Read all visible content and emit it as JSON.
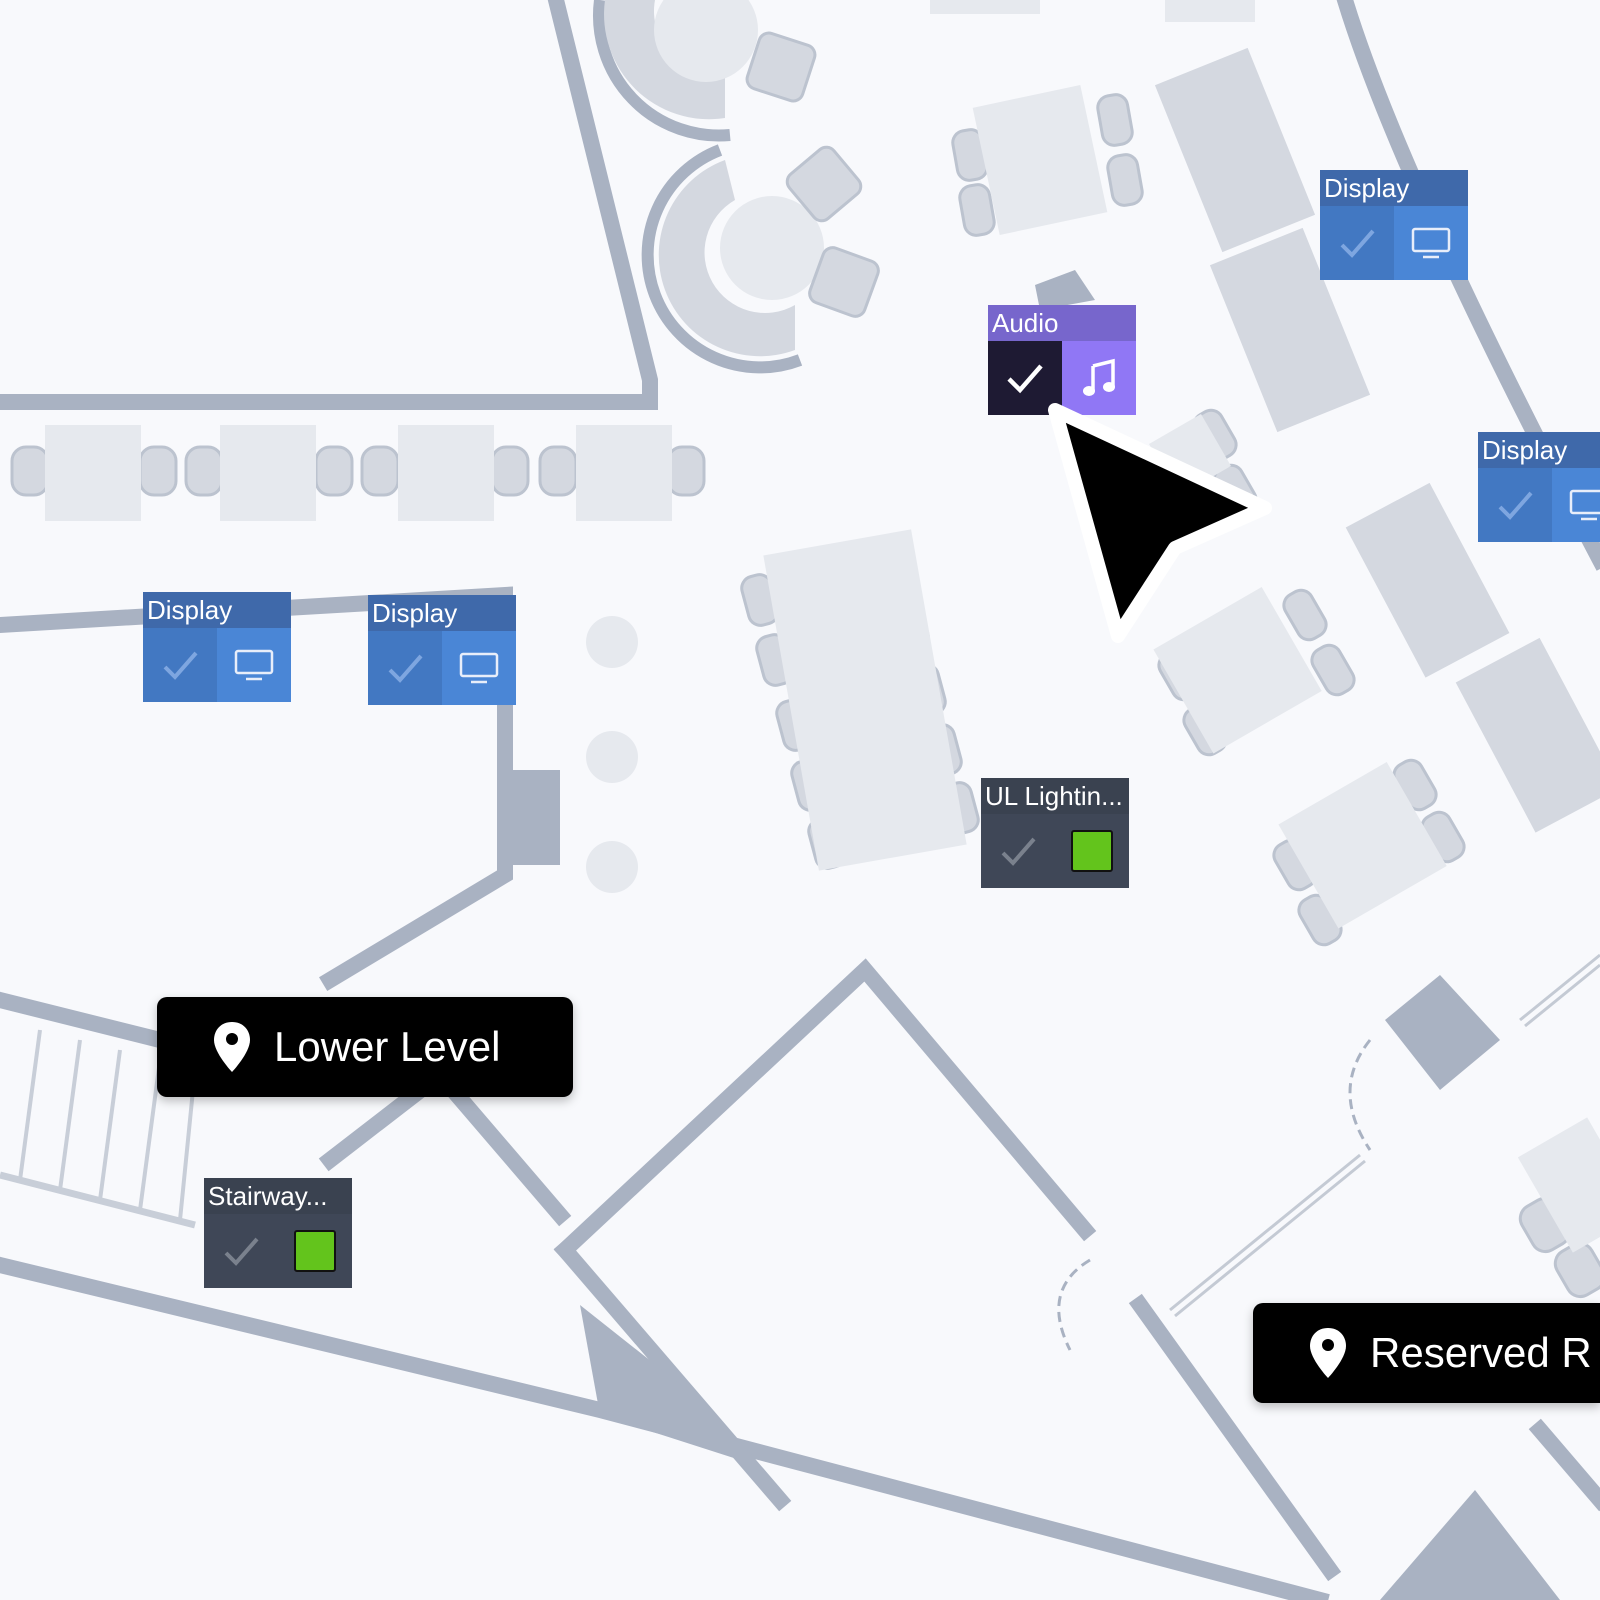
{
  "colors": {
    "wall": "#a9b2c2",
    "furniture": "#e6e9ee",
    "furniture_shadow": "#d4d8e0",
    "floor": "#f8f9fc",
    "display_accent": "#4a86d6",
    "audio_accent": "#9077f5",
    "light_green": "#63c41c"
  },
  "devices": {
    "display_1": {
      "label": "Display",
      "icon": "monitor-icon",
      "status_icon": "checkmark-icon"
    },
    "display_2": {
      "label": "Display",
      "icon": "monitor-icon",
      "status_icon": "checkmark-icon"
    },
    "display_3": {
      "label": "Display",
      "icon": "monitor-icon",
      "status_icon": "checkmark-icon"
    },
    "display_4": {
      "label": "Display",
      "icon": "monitor-icon",
      "status_icon": "checkmark-icon"
    },
    "audio": {
      "label": "Audio",
      "icon": "music-note-icon",
      "status_icon": "checkmark-icon"
    },
    "ul_lighting": {
      "label": "UL Lightin...",
      "icon": "light-swatch",
      "status_icon": "checkmark-icon",
      "swatch_color": "#63c41c"
    },
    "stairway": {
      "label": "Stairway...",
      "icon": "light-swatch",
      "status_icon": "checkmark-icon",
      "swatch_color": "#63c41c"
    }
  },
  "locations": {
    "lower_level": {
      "label": "Lower Level",
      "icon": "map-pin-icon"
    },
    "reserved": {
      "label": "Reserved R",
      "icon": "map-pin-icon"
    }
  },
  "cursor": {
    "icon": "arrow-cursor-icon"
  }
}
